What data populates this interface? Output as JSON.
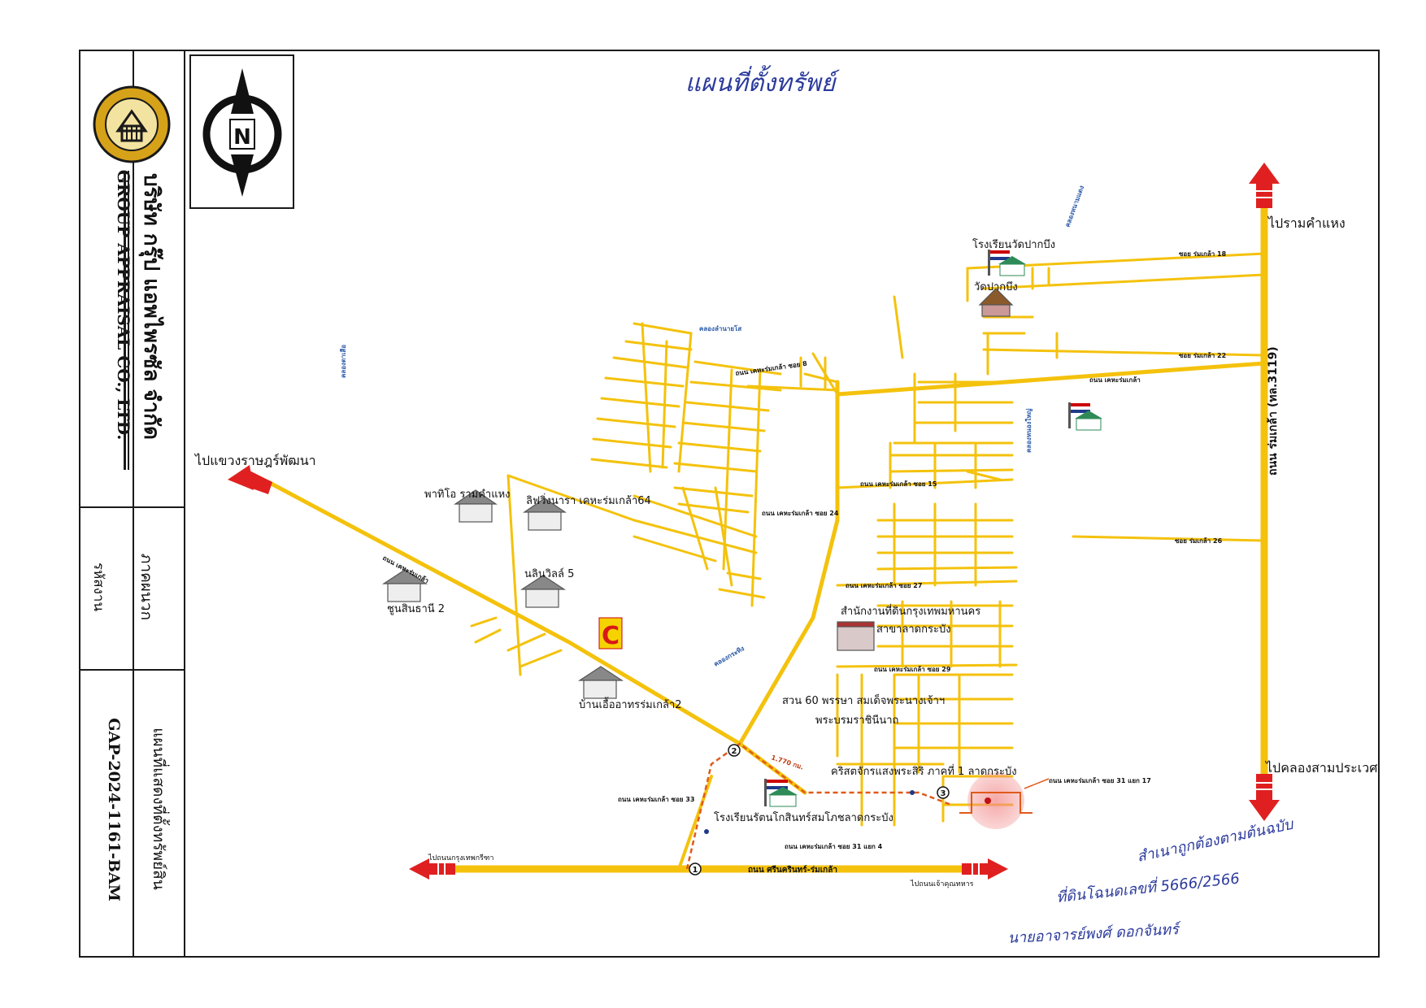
{
  "company": {
    "name_th": "บริษัท กรุ๊ป แอพไพรซัล จำกัด",
    "name_en": "GROUP APPRAISAL CO., LTD.",
    "logo_text": "GROUP APPRAISAL CO., LTD. บริษัท กรุ๊ป แอพไพรซัล จำกัด"
  },
  "sidebar": {
    "label_document": "แผนที่แสดงที่ตั้งทรัพย์สิน",
    "label_region": "ภาคผนวก",
    "label_code": "รหัสงาน",
    "report_code": "GAP-2024-1161-BAM"
  },
  "compass": {
    "letter": "N"
  },
  "map_title": "แผนที่ตั้งทรัพย์",
  "directions": {
    "north_east": "ไปรามคำแหง",
    "south_east": "ไปคลองสามประเวศ",
    "west": "ไปแขวงราษฎร์พัฒนา",
    "bottom_left": "ไปถนนกรุงเทพกรีฑา",
    "bottom_right": "ไปถนนเจ้าคุณทหาร"
  },
  "roads": {
    "main_vertical": "ถนน ร่มเกล้า (ทล.3119)",
    "bottom": "ถนน ศรีนครินทร์-ร่มเกล้า",
    "diagonal": "ถนน เคหะร่มเกล้า",
    "middle_h": "ถนน เคหะร่มเกล้า",
    "soi18": "ซอย ร่มเกล้า 18",
    "soi22": "ซอย ร่มเกล้า 22",
    "soi26": "ซอย ร่มเกล้า 26",
    "soi15": "ถนน เคหะร่มเกล้า ซอย 15",
    "soi24": "ถนน เคหะร่มเกล้า ซอย 24",
    "soi27": "ถนน เคหะร่มเกล้า ซอย 27",
    "soi29": "ถนน เคหะร่มเกล้า ซอย 29",
    "soi33": "ถนน เคหะร่มเกล้า ซอย 33",
    "soi31_4": "ถนน เคหะร่มเกล้า ซอย 31 แยก 4",
    "soi31_17": "ถนน เคหะร่มเกล้า ซอย 31 แยก 17",
    "soi_top": "ถนน เคหะร่มเกล้า ซอย 8",
    "distance": "1.770 กม."
  },
  "canals": {
    "c1": "คลองลำนายโส",
    "c2": "คลองหนองใหญ่",
    "c3": "คลองตาเสือ",
    "c4": "คลองหนามแดง",
    "c5": "คลองกระทิง"
  },
  "landmarks": {
    "school_top": "โรงเรียนวัดปากบึง",
    "temple": "วัดปากบึง",
    "village1": "พาทิโอ รามคำแหง",
    "village2": "ลิฟวิ่งนารา เคหะร่มเกล้า64",
    "village3": "นลินวิลล์ 5",
    "village4": "ชูนสินธานี 2",
    "village5": "บ้านเอื้ออาทรร่มเกล้า2",
    "land_office_1": "สำนักงานที่ดินกรุงเทพมหานคร",
    "land_office_2": "สาขาลาดกระบัง",
    "park_1": "สวน 60 พรรษา สมเด็จพระนางเจ้าฯ",
    "park_2": "พระบรมราชินีนาถ",
    "church": "คริสตจักรแสงพระสิริ ภาคที่ 1 ลาดกระบัง",
    "school_bottom": "โรงเรียนรัตนโกสินทร์สมโภชลาดกระบัง",
    "bigc": "C"
  },
  "route_markers": [
    "1",
    "2",
    "3"
  ],
  "handwriting": {
    "line1": "สำเนาถูกต้องตามต้นฉบับ",
    "line2": "ที่ดินโฉนดเลขที่ 5666/2566",
    "line3": "นายอาจารย์พงศ์ ดอกจันทร์"
  },
  "colors": {
    "road": "#f4c20d",
    "route": "#e05a1a",
    "arrow": "#e02020",
    "text": "#111111",
    "canal": "#2b5aa8",
    "handwriting": "#2b3a9c",
    "subject": "#f28b8b"
  }
}
